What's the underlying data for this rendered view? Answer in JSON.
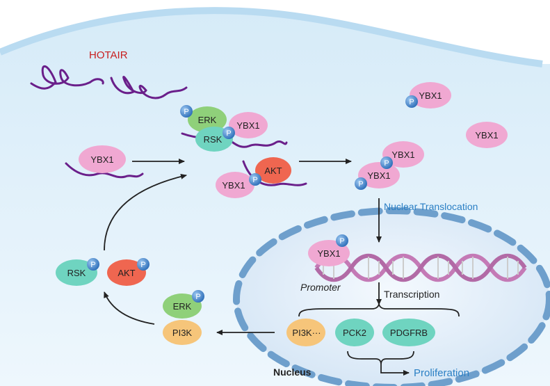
{
  "labels": {
    "hotair": "HOTAIR",
    "nuclear_translocation": "Nuclear  Translocation",
    "promoter": "Promoter",
    "transcription": "Transcription",
    "nucleus": "Nucleus",
    "proliferation": "Proliferation"
  },
  "proteins": {
    "ybx1": "YBX1",
    "erk": "ERK",
    "rsk": "RSK",
    "akt": "AKT",
    "pi3k": "PI3K",
    "p": "P"
  },
  "genes": {
    "pi3k": "PI3K···",
    "pck2": "PCK2",
    "pdgfrb": "PDGFRB"
  },
  "colors": {
    "ybx1": "#f0a8d2",
    "erk": "#8fd07a",
    "rsk": "#6fd4c0",
    "akt": "#ef6650",
    "pi3k": "#f6c57a",
    "phospho": "#3a7fd0",
    "rna": "#6a1f8a",
    "hotair_label": "#c81e1e",
    "blue_label": "#2a7fc4",
    "membrane": "#cfe6f6",
    "nucleus": "#dbe9f7",
    "nuclear_pore": "#6e9fcc"
  }
}
